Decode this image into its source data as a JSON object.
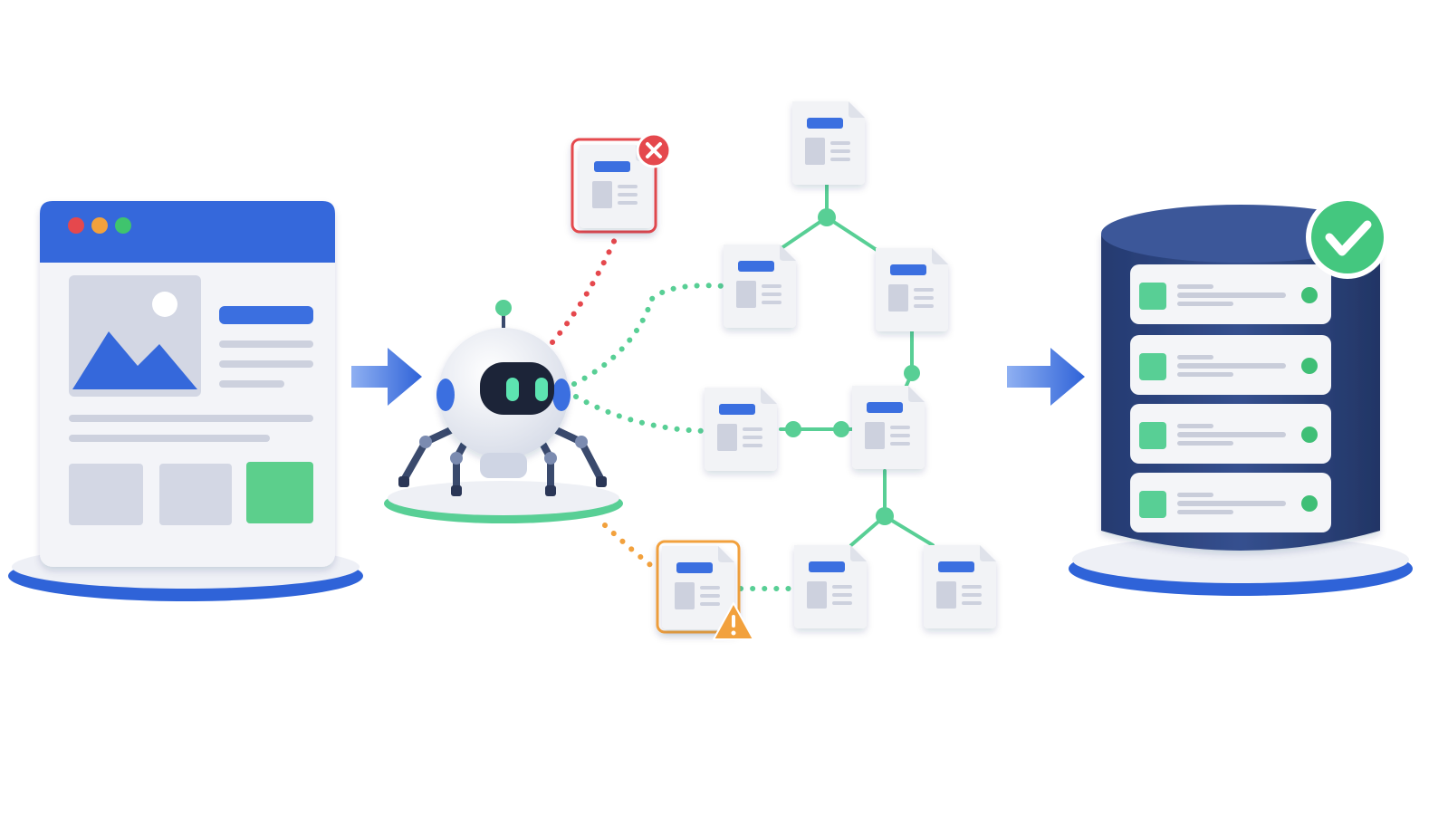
{
  "colors": {
    "background": "#ffffff",
    "brand_blue": "#3b6fe0",
    "accent_green": "#58cf95",
    "error_red": "#e5484d",
    "warning_orange": "#f2a13d",
    "database_navy": "#2e4682",
    "doc_fill": "#f1f2f5",
    "doc_gray": "#cdd1de"
  },
  "diagram": {
    "stages": [
      "website-window",
      "crawler-robot",
      "document-graph",
      "database"
    ],
    "icons": [
      "browser-window-icon",
      "spider-robot-icon",
      "document-icon",
      "error-x-icon",
      "warning-icon",
      "database-icon",
      "checkmark-icon"
    ],
    "document_nodes": [
      {
        "status": "error"
      },
      {
        "status": "ok"
      },
      {
        "status": "ok"
      },
      {
        "status": "ok"
      },
      {
        "status": "ok"
      },
      {
        "status": "ok"
      },
      {
        "status": "warning"
      },
      {
        "status": "ok"
      },
      {
        "status": "ok"
      }
    ],
    "database_rows": 4,
    "window_dots": [
      "#e5484d",
      "#f2a13d",
      "#3fc46d"
    ]
  }
}
